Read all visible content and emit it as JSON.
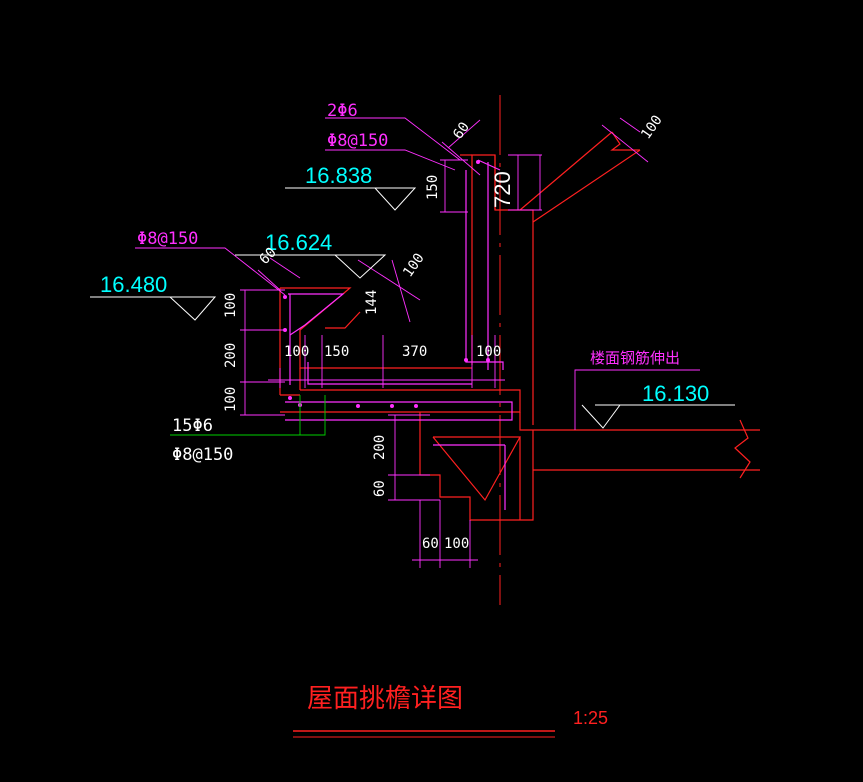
{
  "colors": {
    "background": "#000000",
    "concrete": "#ff2020",
    "rebar": "#ff30ff",
    "dimension": "#ff30ff",
    "text_white": "#ffffff",
    "elevation": "#00ffff",
    "green_leader": "#00d000",
    "axis": "#ff2020"
  },
  "labels": {
    "rebar_top_count": "2Φ6",
    "stirrup_top": "Φ8@150",
    "stirrup_left": "Φ8@150",
    "rebar_main": "15Φ6",
    "stirrup_main": "Φ8@150",
    "floor_rebar_note": "楼面钢筋伸出"
  },
  "elevations": {
    "e1": "16.838",
    "e2": "16.624",
    "e3": "16.480",
    "e4": "16.130"
  },
  "dimensions": {
    "d60_top": "60",
    "d150_top": "150",
    "d720": "720",
    "d100_slope": "100",
    "d60_mid": "60",
    "d100_mid": "100",
    "d144": "144",
    "d100_left": "100",
    "d200_left": "200",
    "d100_left2": "100",
    "d100_a": "100",
    "d150_a": "150",
    "d370": "370",
    "d100_b": "100",
    "d200_lower": "200",
    "d60_lower": "60",
    "d60_bottom": "60",
    "d100_bottom": "100"
  },
  "title": {
    "main": "屋面挑檐详图",
    "scale": "1:25"
  }
}
